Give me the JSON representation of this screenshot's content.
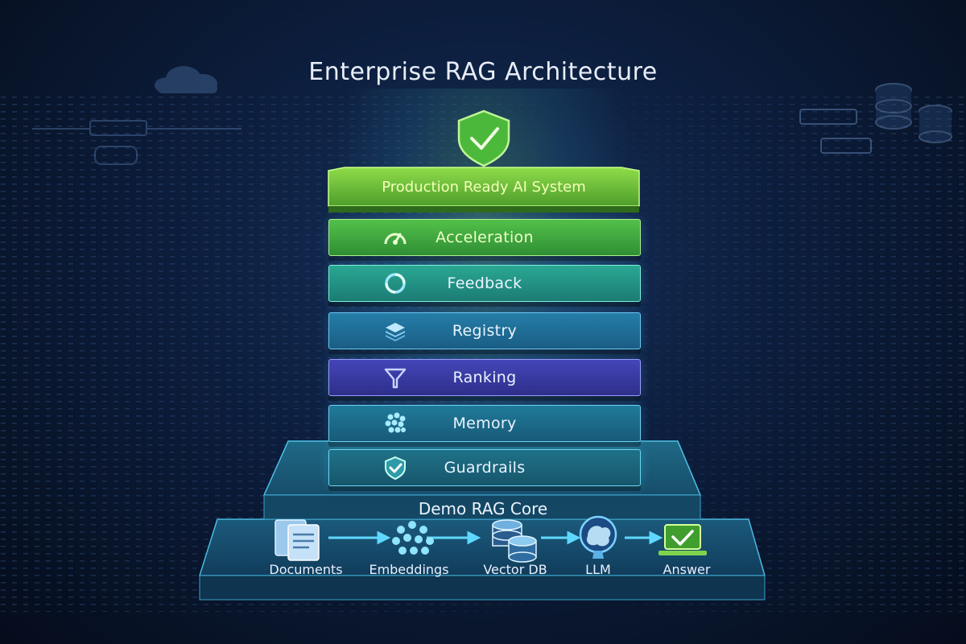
{
  "title": "Enterprise RAG Architecture",
  "top": {
    "label": "Production Ready AI System",
    "icon": "shield-check-icon"
  },
  "layers": [
    {
      "label": "Acceleration",
      "icon": "speedometer-icon"
    },
    {
      "label": "Feedback",
      "icon": "cycle-arrows-icon"
    },
    {
      "label": "Registry",
      "icon": "stack-layers-icon"
    },
    {
      "label": "Ranking",
      "icon": "funnel-icon"
    },
    {
      "label": "Memory",
      "icon": "dots-cluster-icon"
    },
    {
      "label": "Guardrails",
      "icon": "shield-check-icon"
    }
  ],
  "core": {
    "label": "Demo RAG Core",
    "flow": [
      {
        "label": "Documents",
        "icon": "documents-icon"
      },
      {
        "label": "Embeddings",
        "icon": "embeddings-icon"
      },
      {
        "label": "Vector DB",
        "icon": "database-icon"
      },
      {
        "label": "LLM",
        "icon": "brain-icon"
      },
      {
        "label": "Answer",
        "icon": "laptop-check-icon"
      }
    ]
  },
  "colors": {
    "top": "#6fc63a",
    "acceleration": "#45b34a",
    "feedback": "#249a8c",
    "registry": "#21729e",
    "ranking": "#3d3fa8",
    "memory": "#206e8c",
    "guardrails": "#1f6e84",
    "accent_green": "#9eff6a",
    "accent_cyan": "#6fe6ff"
  }
}
